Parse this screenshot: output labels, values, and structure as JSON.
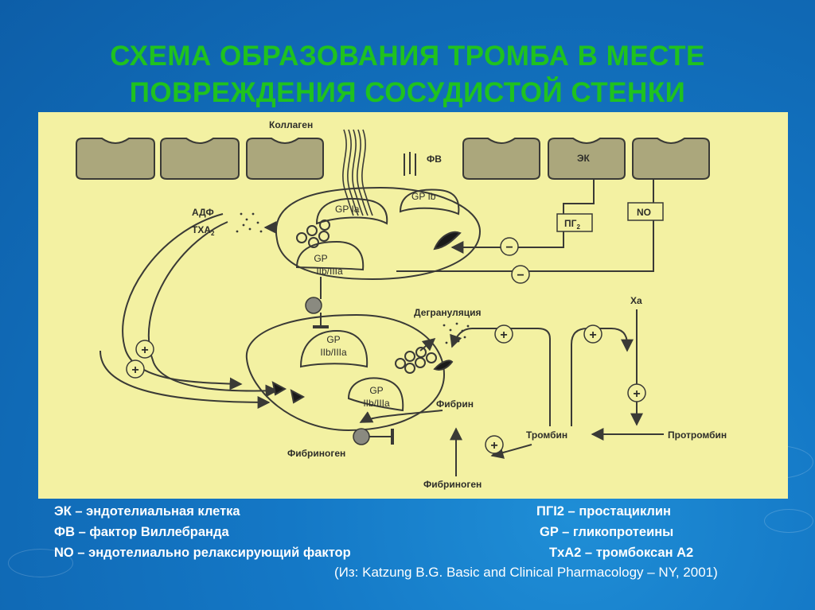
{
  "title": {
    "line1": "СХЕМА ОБРАЗОВАНИЯ ТРОМБА В МЕСТЕ",
    "line2": "ПОВРЕЖДЕНИЯ СОСУДИСТОЙ СТЕНКИ"
  },
  "diagram": {
    "collagen": "Коллаген",
    "vwf": "ФВ",
    "ek": "ЭК",
    "pgi2": "ПГ",
    "pgi2_sub": "2",
    "no": "NO",
    "adp": "АДФ",
    "txa": "ТХА",
    "txa_sub": "2",
    "gp_ia": "GP Ia",
    "gp_ib": "GP Ib",
    "gp": "GP",
    "iibiiia": "IIb/IIIa",
    "degranulation": "Дегрануляция",
    "xa": "Ха",
    "fibrin": "Фибрин",
    "thrombin": "Тромбин",
    "prothrombin": "Протромбин",
    "fibrinogen": "Фибриноген",
    "plus": "+",
    "minus": "−"
  },
  "legend": {
    "ek": "ЭК – эндотелиальная клетка",
    "fv": "ФВ – фактор Виллебранда",
    "no": "NO – эндотелиально релаксирующий фактор",
    "pgi2": "ПГI2 –    простациклин",
    "gp": "GP – гликопротеины",
    "txa2": "TxA2 – тромбоксан А2"
  },
  "citation": "(Из: Katzung B.G. Basic and Clinical Pharmacology – NY, 2001)",
  "colors": {
    "title": "#1fc21f",
    "panel": "#f3f1a2",
    "background": "#1478c6",
    "ink": "#3a3a36"
  }
}
